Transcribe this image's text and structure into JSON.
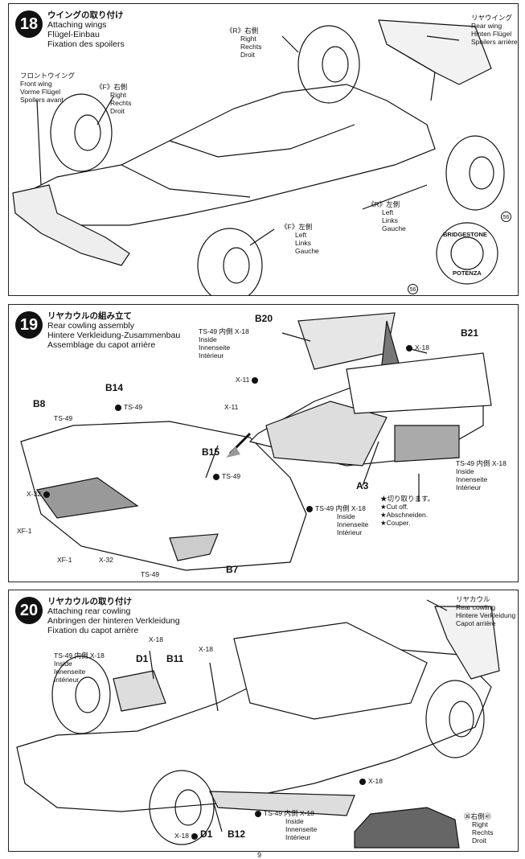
{
  "step18": {
    "number": "18",
    "title_jp": "ウイングの取り付け",
    "title_en": "Attaching wings",
    "title_de": "Flügel-Einbau",
    "title_fr": "Fixation des spoilers",
    "front_wing": [
      "フロントウイング",
      "Front wing",
      "Vorme Flügel",
      "Spoilers avant"
    ],
    "rear_wing": [
      "リヤウイング",
      "Rear wing",
      "Hinten Flügel",
      "Spoilers arrière"
    ],
    "f_right": [
      "《F》右側",
      "Right",
      "Rechts",
      "Droit"
    ],
    "r_right": [
      "《R》右側",
      "Right",
      "Rechts",
      "Droit"
    ],
    "f_left": [
      "《F》左側",
      "Left",
      "Links",
      "Gauche"
    ],
    "r_left": [
      "《R》左側",
      "Left",
      "Links",
      "Gauche"
    ],
    "tire_brand": "BRIDGESTONE",
    "tire_sub": "POTENZA",
    "part_56": "56"
  },
  "step19": {
    "number": "19",
    "title_jp": "リヤカウルの組み立て",
    "title_en": "Rear cowling assembly",
    "title_de": "Hintere Verkleidung-Zusammenbau",
    "title_fr": "Assemblage du capot arrière",
    "parts": [
      "B20",
      "B21",
      "B14",
      "B8",
      "B15",
      "A3",
      "B7"
    ],
    "x18": "X-18",
    "x11": "X-11",
    "x32": "X-32",
    "xf1": "XF-1",
    "ts49": "TS-49",
    "ts49_inside": [
      "TS-49 内側  X-18",
      "Inside",
      "Innenseite",
      "Intérieur"
    ],
    "cut_off": [
      "★切り取ります。",
      "★Cut off.",
      "★Abschneiden.",
      "★Couper."
    ]
  },
  "step20": {
    "number": "20",
    "title_jp": "リヤカウルの取り付け",
    "title_en": "Attaching rear cowling",
    "title_de": "Anbringen der hinteren Verkleidung",
    "title_fr": "Fixation du capot arrière",
    "rear_cowling": [
      "リヤカウル",
      "Rear cowling",
      "Hintere Verkleidung",
      "Capot arrière"
    ],
    "parts": [
      "D1",
      "B11",
      "D1",
      "B12"
    ],
    "x18": "X-18",
    "ts49_inside": [
      "TS-49 内側  X-18",
      "Inside",
      "Innenseite",
      "Intérieur"
    ],
    "right_label": [
      "㊱右側㊶",
      "Right",
      "Rechts",
      "Droit"
    ]
  },
  "page_number": "9"
}
